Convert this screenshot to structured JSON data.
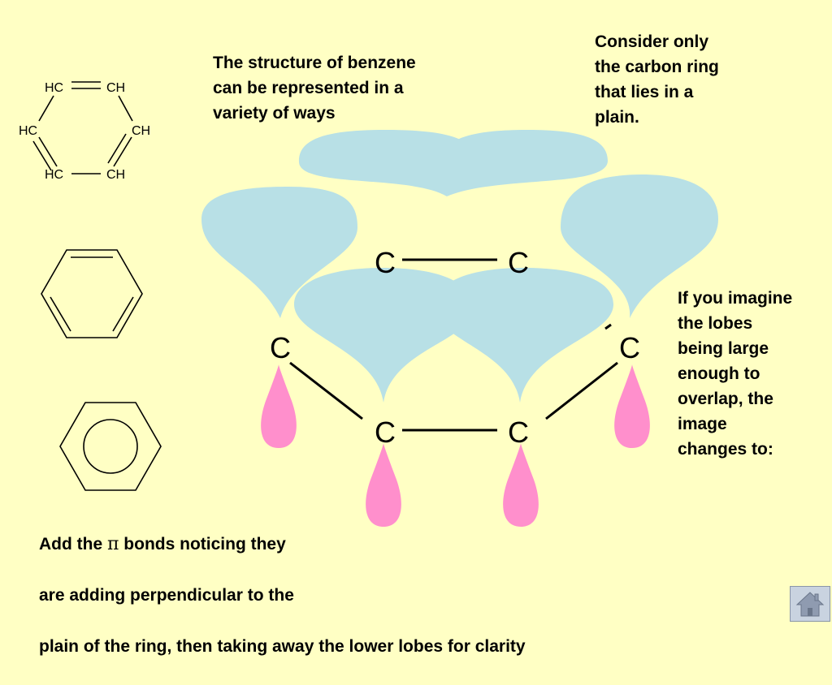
{
  "texts": {
    "benzene_caption": "The structure of benzene\ncan be represented in a\nvariety of ways",
    "consider_caption": "Consider only\nthe carbon ring\nthat lies in a\nplain.",
    "imagine_caption": "If you imagine\nthe lobes\nbeing large\nenough to\noverlap, the\nimage\nchanges to:",
    "add_pi_prefix": "Add the ",
    "pi_symbol": "π",
    "add_pi_line1_suffix": " bonds noticing they",
    "add_pi_line2": "are adding perpendicular to the",
    "add_pi_line3": "plain of the ring, then taking away the lower lobes for clarity"
  },
  "kekule_structure": {
    "top_left": "HC",
    "top_right": "CH",
    "mid_left": "HC",
    "mid_right": "CH",
    "bottom_left": "HC",
    "bottom_right": "CH"
  },
  "ring_atoms": {
    "top_left": "C",
    "top_right": "C",
    "left": "C",
    "right": "C",
    "bottom_left": "C",
    "bottom_right": "C"
  },
  "colors": {
    "background": "#ffffc4",
    "upper_lobe": "#b8e0e6",
    "lower_lobe": "#ff8fcc",
    "bond": "#000000"
  },
  "icons": {
    "home": "home-icon"
  }
}
